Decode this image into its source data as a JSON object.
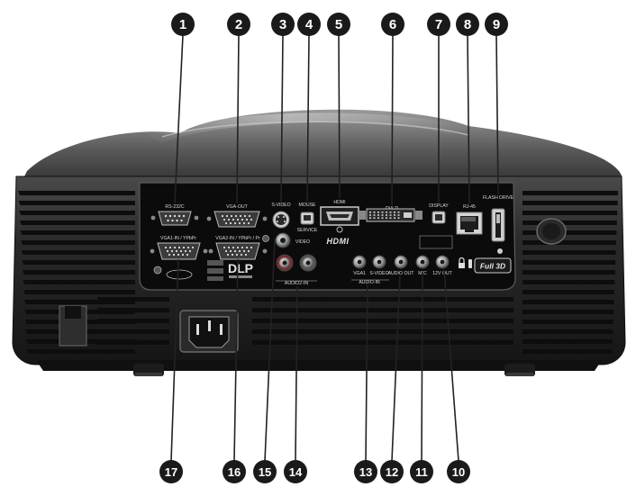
{
  "callouts_top": [
    "1",
    "2",
    "3",
    "4",
    "5",
    "6",
    "7",
    "8",
    "9"
  ],
  "callouts_bottom": [
    "17",
    "16",
    "15",
    "14",
    "13",
    "12",
    "11",
    "10"
  ],
  "ports": {
    "rs232c": "RS-232C",
    "vga_out": "VGA-OUT",
    "s_video": "S-VIDEO",
    "mouse": "MOUSE",
    "service": "SERVICE",
    "hdmi": "HDMI",
    "dvi_d": "DVI-D",
    "display": "DISPLAY",
    "rj45": "RJ-45",
    "flash_drive": "FLASH DRIVE",
    "vga1_in": "VGA1-IN / YPbPr",
    "vga2_in": "VGA2-IN / YPbPr / Pr",
    "video": "VIDEO",
    "vga1": "VGA1",
    "svideo_audio": "S-VIDEO",
    "audio_in": "AUDIO-IN",
    "audio_out": "AUDIO OUT",
    "mic": "MIC",
    "v12_out": "12V OUT",
    "audio2_in": "AUDIO2-IN",
    "hdmi_logo": "HDMI",
    "dlp_logo": "DLP",
    "full3d_logo": "Full 3D"
  },
  "colors": {
    "callout_fill": "#1a1a1a",
    "body": "#232323",
    "panel": "#0b0b0b",
    "label": "#d8d8d8"
  }
}
